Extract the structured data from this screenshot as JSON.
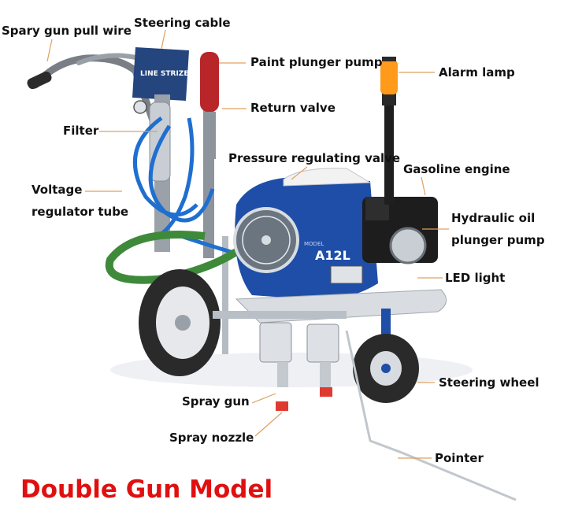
{
  "title": "Double Gun Model",
  "labels": {
    "spray_gun_pull_wire": "Spary gun pull wire",
    "steering_cable": "Steering cable",
    "paint_plunger_pump": "Paint plunger pump",
    "alarm_lamp": "Alarm lamp",
    "return_valve": "Return valve",
    "filter": "Filter",
    "pressure_regulating_valve": "Pressure regulating valve",
    "gasoline_engine": "Gasoline engine",
    "voltage_line1": "Voltage",
    "voltage_line2": "regulator tube",
    "hydraulic_line1": "Hydraulic oil",
    "hydraulic_line2": "plunger pump",
    "led_light": "LED light",
    "steering_wheel": "Steering wheel",
    "spray_gun": "Spray gun",
    "spray_nozzle": "Spray nozzle",
    "pointer": "Pointer"
  },
  "machine_text": {
    "panel_brand": "LINE STRIZER",
    "model_badge": "A12L",
    "model_small": "MODEL"
  },
  "colors": {
    "title_red": "#e01010",
    "body_blue": "#1e4ea8",
    "hose_blue": "#1f6fd0",
    "hose_green": "#3e8a3a",
    "lamp_orange": "#ff9a1a",
    "pump_red": "#b8262a",
    "leader_orange": "#e0a060"
  }
}
